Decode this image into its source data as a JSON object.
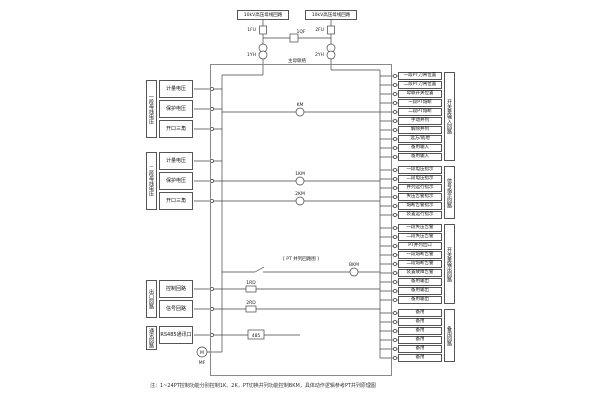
{
  "top": {
    "bus_left": "10kV高压母线回路",
    "bus_right": "10kV高压母线回路",
    "fuse_left": "1FU",
    "fuse_right": "2FU",
    "pt_left": "1YH",
    "pt_right": "2YH",
    "tie_breaker": "1QF",
    "tie_label": "主母联络"
  },
  "left": {
    "group1": {
      "title": "一段母线电压",
      "items": [
        "计量电压",
        "保护电压",
        "开口三角"
      ]
    },
    "group2": {
      "title": "二段母线电压",
      "items": [
        "计量电压",
        "保护电压",
        "开口三角"
      ]
    },
    "group3": {
      "title": "出口回路",
      "items": [
        "控制回路",
        "信号回路"
      ]
    },
    "group4": {
      "title": "通讯回路",
      "items": [
        "RS485通讯口"
      ]
    },
    "motor": "M",
    "motor_label": "MF"
  },
  "right": {
    "inputs": {
      "title": "开关量输入回路",
      "items": [
        "一段PT刀闸位置",
        "二段PT刀闸位置",
        "母联开关位置",
        "一段PT熔断",
        "二段PT熔断",
        "手动并列",
        "解除并列",
        "远方/就地",
        "备用输入",
        "备用输入"
      ]
    },
    "lamps": {
      "title": "信号指示回路",
      "items": [
        "一段电压指示",
        "二段电压指示",
        "并列运行指示",
        "失压告警指示",
        "熔断告警指示",
        "装置运行指示"
      ]
    },
    "outputs": {
      "title": "开关量输出回路",
      "items": [
        "一段失压告警",
        "二段失压告警",
        "PT并列出口",
        "一段熔断告警",
        "二段熔断告警",
        "装置故障告警",
        "备用输出",
        "备用输出",
        "备用输出"
      ]
    },
    "spares": {
      "title": "备用回路",
      "items": [
        "备用",
        "备用",
        "备用",
        "备用",
        "备用",
        "备用"
      ]
    }
  },
  "center": {
    "section_label": "[ PT 并列回路图 ]",
    "km": "KM",
    "km1": "1KM",
    "km2": "2KM",
    "bkm": "BKM",
    "rd1": "1RD",
    "rd2": "2RD",
    "comm": "485"
  },
  "note": "注：1~24PT控制功能分别控制1K、2K，PT切换并列功能控制BKM，具体动作逻辑参考PT并列原理图"
}
